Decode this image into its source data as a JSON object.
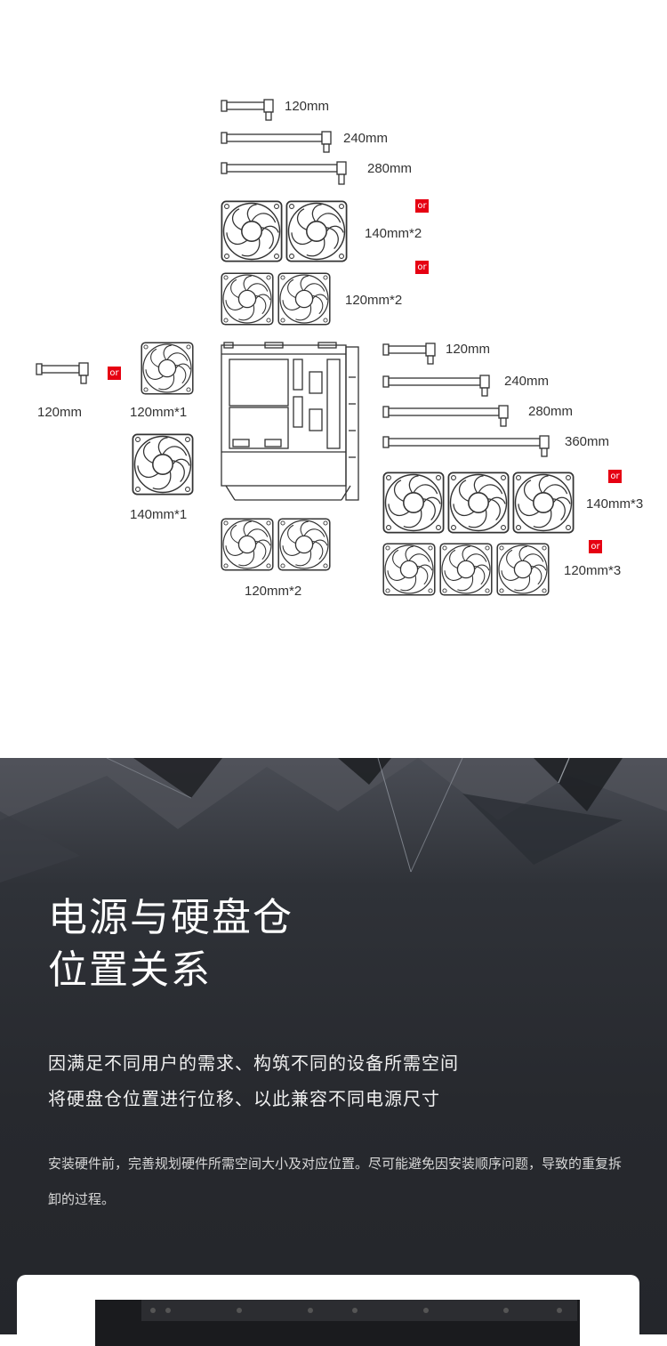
{
  "diagram": {
    "top_radiators": [
      "120mm",
      "240mm",
      "280mm"
    ],
    "top_fans": [
      "140mm*2",
      "120mm*2"
    ],
    "rear_radiator": "120mm",
    "rear_fans": [
      "120mm*1",
      "140mm*1"
    ],
    "bottom_fans": "120mm*2",
    "front_radiators": [
      "120mm",
      "240mm",
      "280mm",
      "360mm"
    ],
    "front_fans": [
      "140mm*3",
      "120mm*3"
    ],
    "or_label": "or"
  },
  "section": {
    "title_line1": "电源与硬盘仓",
    "title_line2": "位置关系",
    "sub_line1": "因满足不同用户的需求、构筑不同的设备所需空间",
    "sub_line2": "将硬盘仓位置进行位移、以此兼容不同电源尺寸",
    "description": "安装硬件前，完善规划硬件所需空间大小及对应位置。尽可能避免因安装顺序问题，导致的重复拆卸的过程。"
  }
}
